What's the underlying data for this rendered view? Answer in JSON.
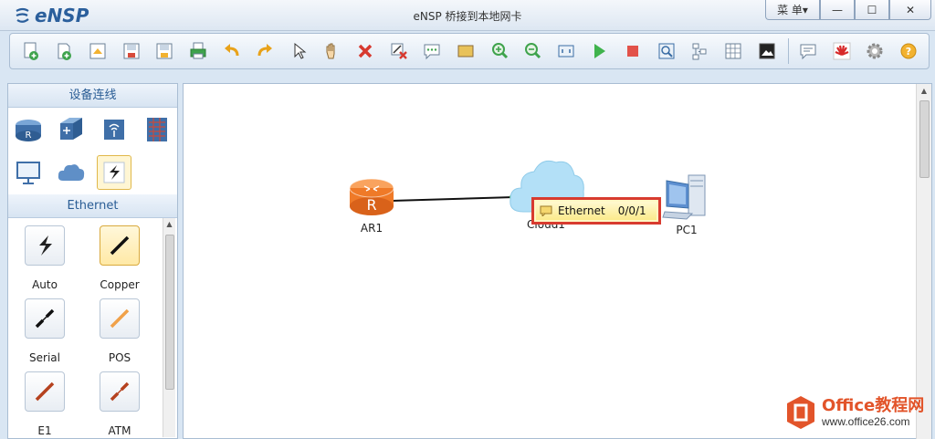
{
  "app": {
    "logo_text": "eNSP",
    "window_title": "eNSP 桥接到本地网卡"
  },
  "window_controls": {
    "menu_label": "菜 单▾",
    "minimize": "—",
    "maximize": "☐",
    "close": "✕"
  },
  "toolbar": {
    "items": [
      "new-topology-icon",
      "new-blank-icon",
      "open-icon",
      "save-icon",
      "save-as-icon",
      "print-icon",
      "undo-icon",
      "redo-icon",
      "select-icon",
      "pan-hand-icon",
      "delete-icon",
      "delete-link-icon",
      "text-note-icon",
      "rectangle-icon",
      "zoom-in-icon",
      "zoom-out-icon",
      "fit-icon",
      "start-icon",
      "stop-icon",
      "capture-icon",
      "topology-icon",
      "grid-icon",
      "screenshot-icon",
      "chat-icon",
      "huawei-icon",
      "settings-icon",
      "help-icon"
    ]
  },
  "left_panel": {
    "devices_header": "设备连线",
    "devices": [
      "router-icon",
      "switch-icon",
      "wireless-icon",
      "firewall-icon",
      "pc-terminal-icon",
      "cloud-device-icon",
      "connection-icon"
    ],
    "cables_header": "Ethernet",
    "cables": [
      {
        "label": "Auto",
        "icon": "auto-cable-icon"
      },
      {
        "label": "Copper",
        "icon": "copper-cable-icon"
      },
      {
        "label": "Serial",
        "icon": "serial-cable-icon"
      },
      {
        "label": "POS",
        "icon": "pos-cable-icon"
      },
      {
        "label": "E1",
        "icon": "e1-cable-icon"
      },
      {
        "label": "ATM",
        "icon": "atm-cable-icon"
      }
    ]
  },
  "canvas": {
    "nodes": [
      {
        "label": "AR1",
        "icon": "router-icon"
      },
      {
        "label": "Cloud1",
        "icon": "cloud-icon"
      },
      {
        "label": "PC1",
        "icon": "pc-icon"
      }
    ],
    "tooltip": {
      "port_type": "Ethernet",
      "port_id": "0/0/1"
    }
  },
  "watermark": {
    "brand": "Office教程网",
    "url": "www.office26.com"
  },
  "colors": {
    "accent": "#2a5d95",
    "tooltip_border": "#d83b2f",
    "router": "#f07a2a"
  }
}
